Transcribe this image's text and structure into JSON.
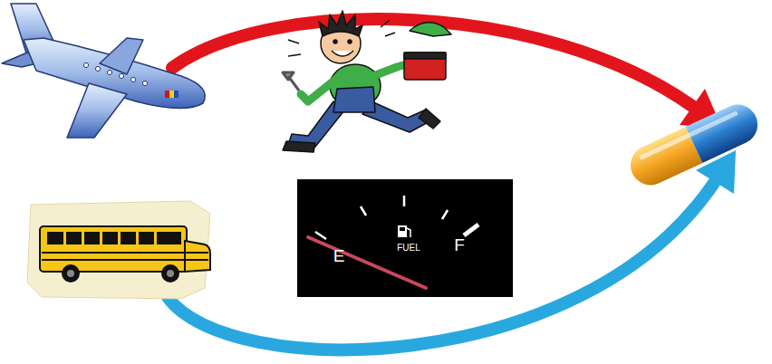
{
  "diagram": {
    "labels": [
      "E",
      "FUEL",
      "F"
    ]
  }
}
